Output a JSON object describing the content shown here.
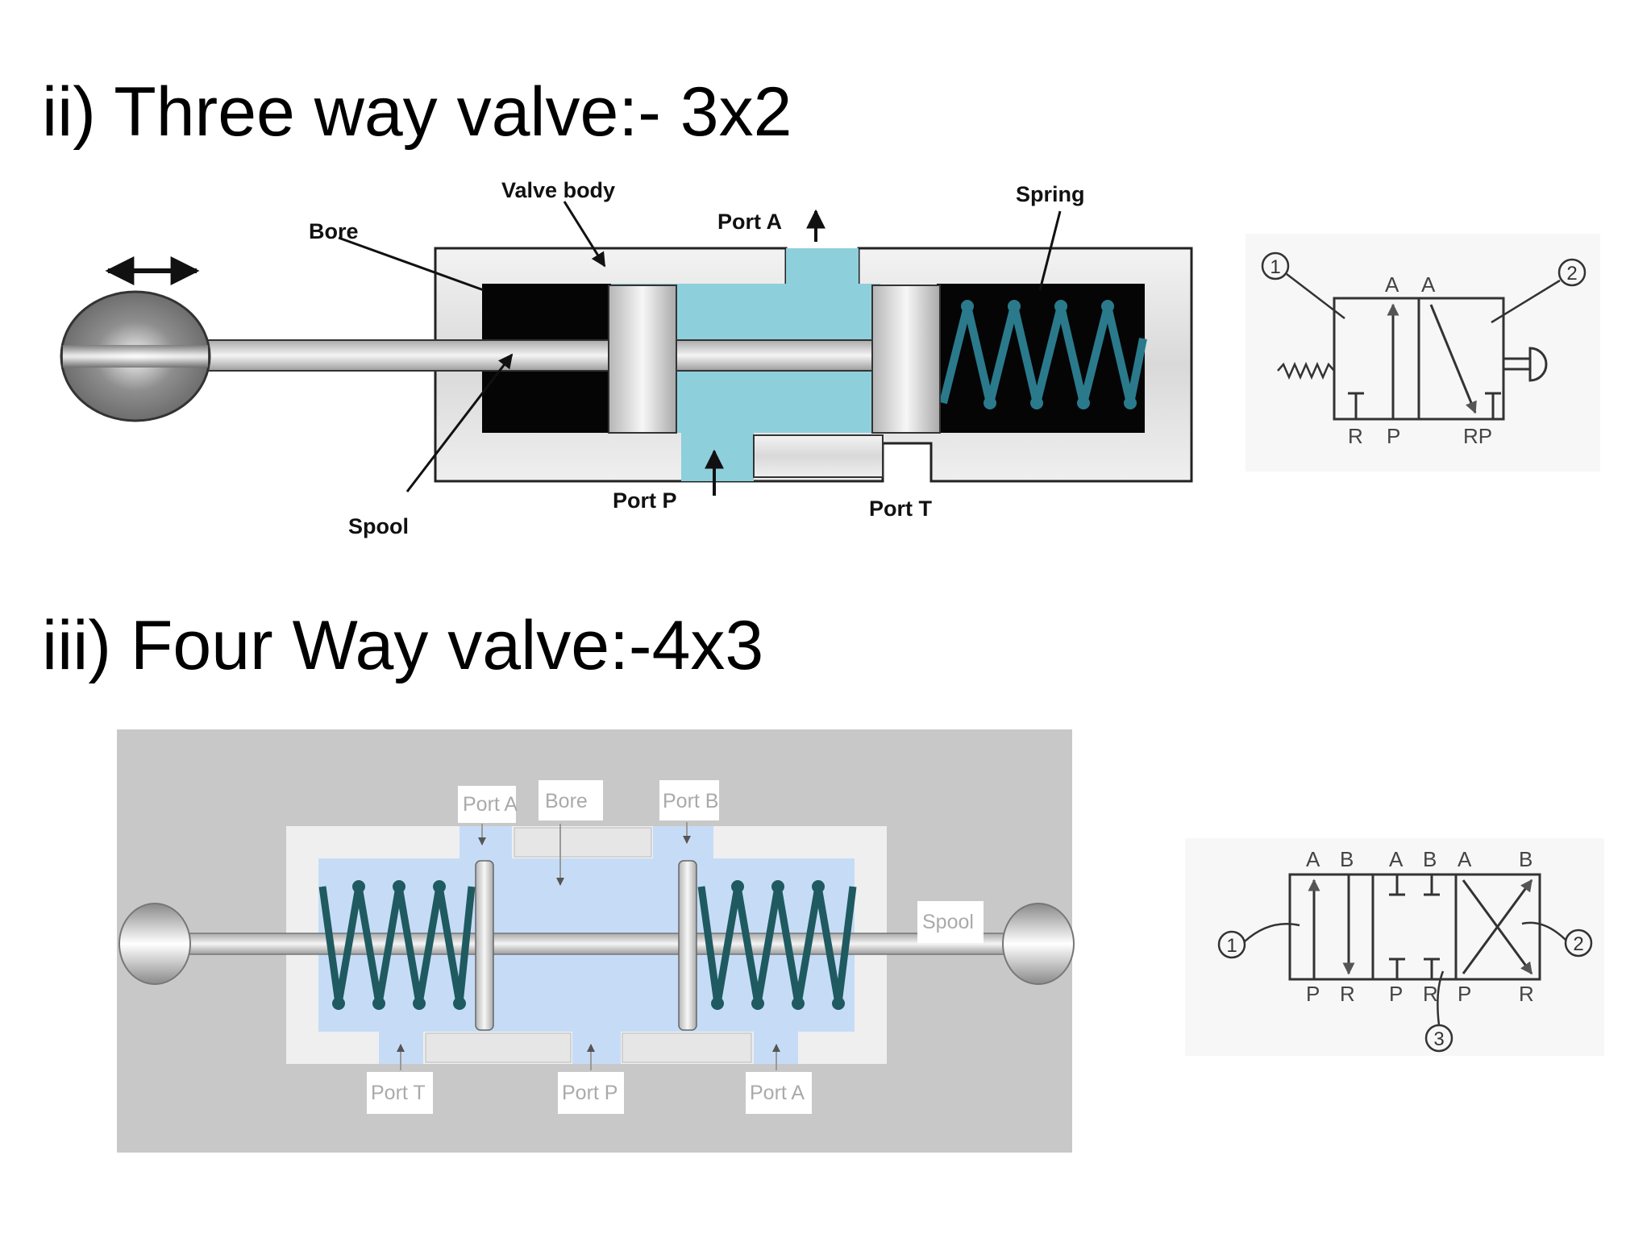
{
  "headings": {
    "three_way": "ii) Three way valve:- 3x2",
    "four_way": "iii) Four Way valve:-4x3"
  },
  "three_way_diagram": {
    "labels": {
      "valve_body": "Valve body",
      "bore": "Bore",
      "port_a": "Port A",
      "spring": "Spring",
      "spool": "Spool",
      "port_p": "Port P",
      "port_t": "Port T"
    }
  },
  "three_way_symbol": {
    "circle_1": "1",
    "circle_2": "2",
    "top_a1": "A",
    "top_a2": "A",
    "bottom_r1": "R",
    "bottom_p1": "P",
    "bottom_rp": "RP"
  },
  "four_way_diagram": {
    "labels": {
      "port_a_top": "Port A",
      "bore": "Bore",
      "port_b": "Port B",
      "spool": "Spool",
      "port_t": "Port T",
      "port_p": "Port P",
      "port_a_bottom": "Port A"
    }
  },
  "four_way_symbol": {
    "top_labels": [
      "A",
      "B",
      "A",
      "B",
      "A",
      "B"
    ],
    "bottom_labels": [
      "P",
      "R",
      "P",
      "R",
      "P",
      "R"
    ],
    "circle_1": "1",
    "circle_2": "2",
    "circle_3": "3"
  },
  "colors": {
    "fluid_light_blue": "#8ecfdc",
    "spring_teal": "#2a7a8c",
    "four_way_bg": "#c8c8c8",
    "four_way_fluid": "#c6dcf6",
    "spring_dark": "#1f5a60"
  }
}
